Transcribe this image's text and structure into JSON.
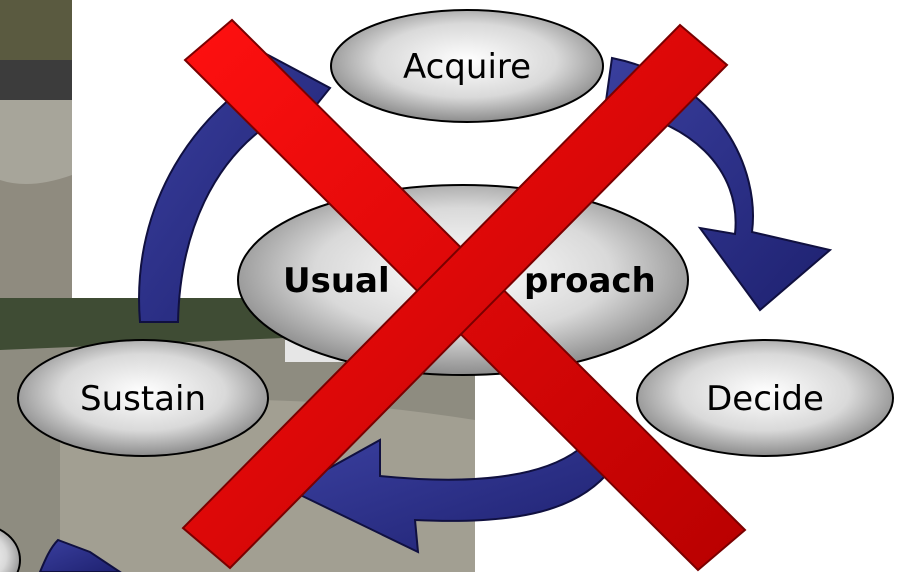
{
  "diagram": {
    "center_label": "Usual Approach",
    "center_label_visible_left": "Usual",
    "center_label_visible_right": "proach",
    "nodes": [
      {
        "id": "acquire",
        "label": "Acquire"
      },
      {
        "id": "decide",
        "label": "Decide"
      },
      {
        "id": "sustain",
        "label": "Sustain"
      }
    ],
    "cross_out_color": "#dd0000",
    "arrow_color": "#2b2f85"
  }
}
